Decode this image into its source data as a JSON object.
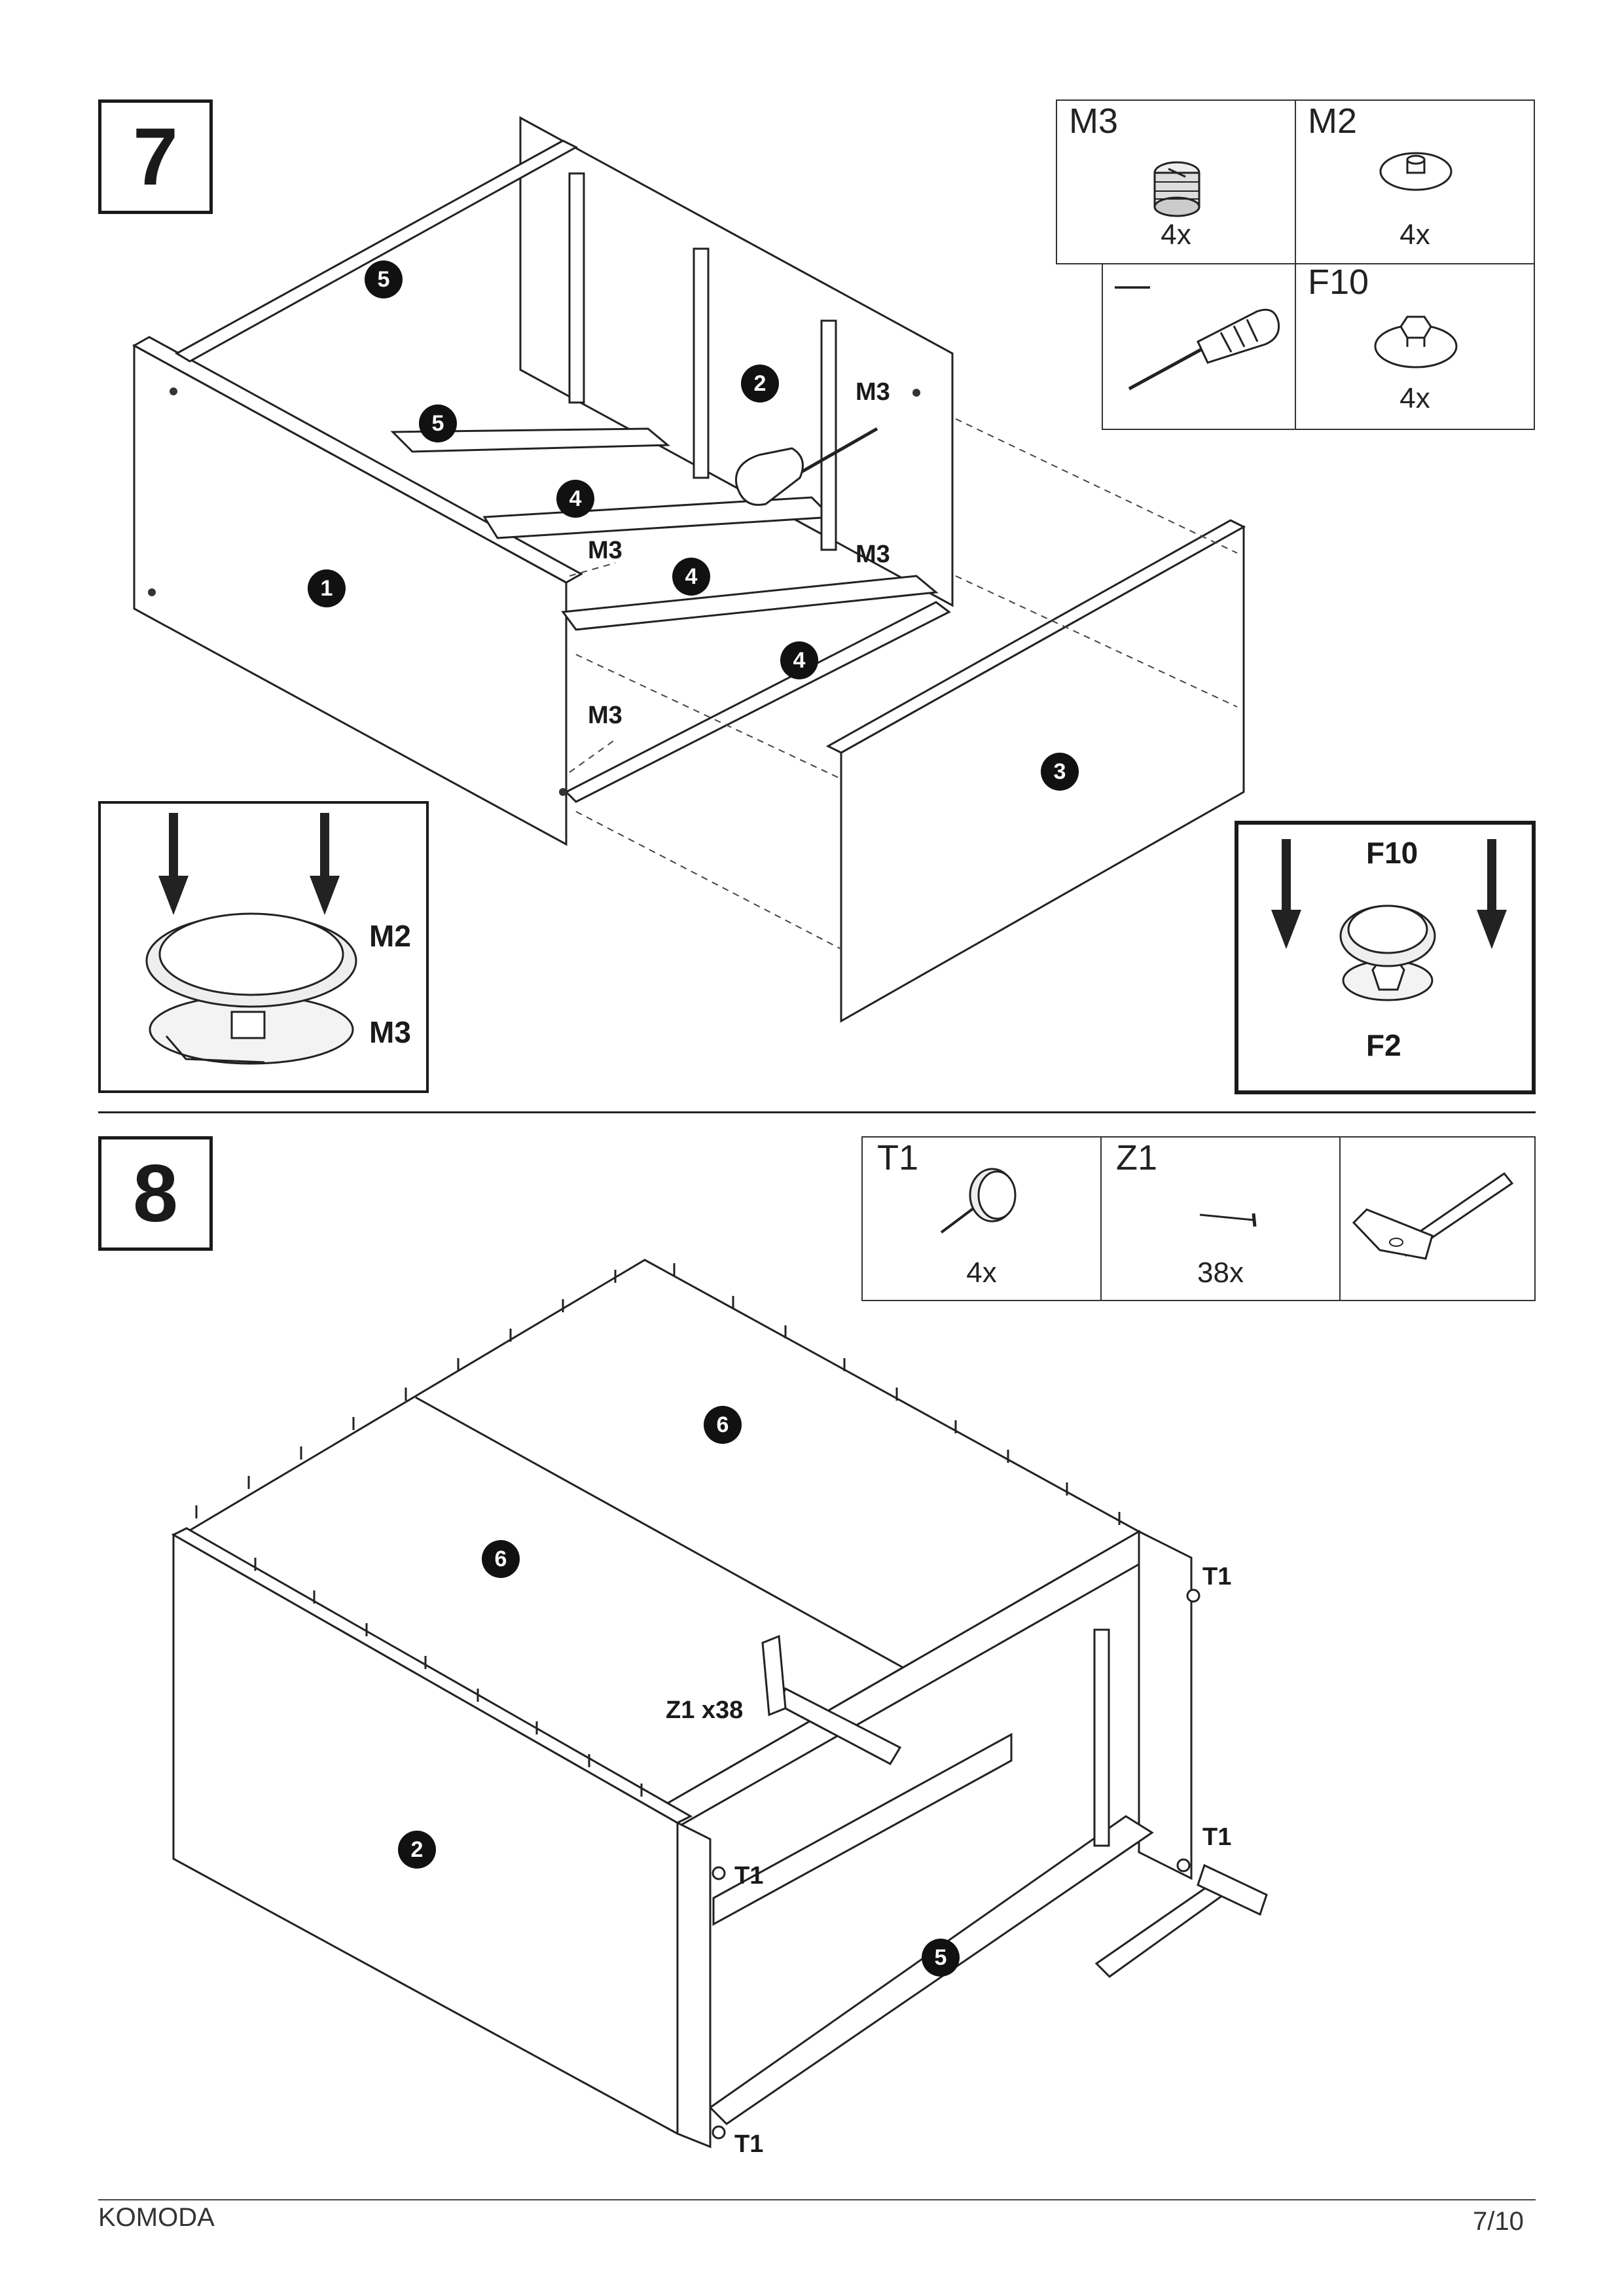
{
  "document": {
    "title": "KOMODA",
    "page": "7/10"
  },
  "steps": {
    "step7": {
      "number": "7",
      "parts": [
        {
          "code": "M3",
          "qty": "4x",
          "icon": "cam-lock-icon"
        },
        {
          "code": "M2",
          "qty": "4x",
          "icon": "cam-cover-icon"
        },
        {
          "code": "—",
          "qty": "",
          "icon": "screwdriver-icon"
        },
        {
          "code": "F10",
          "qty": "4x",
          "icon": "cap-icon"
        }
      ],
      "callouts": [
        "1",
        "2",
        "3",
        "4",
        "4",
        "4",
        "5",
        "5"
      ],
      "labels": [
        "M3",
        "M3",
        "M3",
        "M3"
      ],
      "detail_left": {
        "top": "M2",
        "bottom": "M3"
      },
      "detail_right": {
        "top": "F10",
        "bottom": "F2"
      }
    },
    "step8": {
      "number": "8",
      "parts": [
        {
          "code": "T1",
          "qty": "4x",
          "icon": "glide-pin-icon"
        },
        {
          "code": "Z1",
          "qty": "38x",
          "icon": "nail-icon"
        },
        {
          "code": "",
          "qty": "",
          "icon": "hammer-icon"
        }
      ],
      "callouts": [
        "6",
        "6",
        "2",
        "5"
      ],
      "labels": [
        "Z1 x38",
        "T1",
        "T1",
        "T1",
        "T1"
      ]
    }
  }
}
